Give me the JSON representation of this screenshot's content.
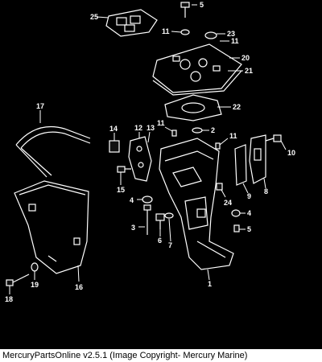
{
  "callouts": [
    "25",
    "5",
    "11",
    "23",
    "11",
    "20",
    "21",
    "22",
    "17",
    "14",
    "12",
    "13",
    "11",
    "2",
    "11",
    "10",
    "15",
    "8",
    "9",
    "4",
    "24",
    "4",
    "3",
    "6",
    "7",
    "5",
    "1",
    "19",
    "18",
    "16"
  ],
  "footer_text": "MercuryPartsOnline v2.5.1 (Image Copyright- Mercury Marine)",
  "colors": {
    "background": "#000000",
    "ink": "#ffffff",
    "footer_bg": "#ffffff",
    "footer_text": "#000000"
  }
}
